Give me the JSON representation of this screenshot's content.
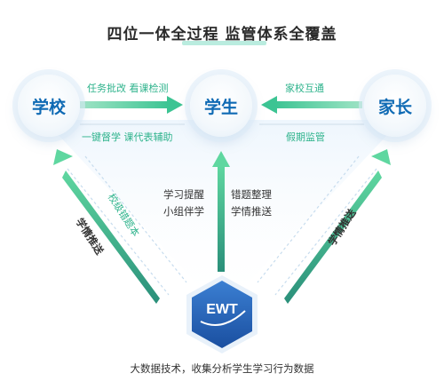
{
  "title": "四位一体全过程 监管体系全覆盖",
  "nodes": {
    "school": "学校",
    "student": "学生",
    "parent": "家长"
  },
  "logo_text": "EWT",
  "labels": {
    "school_to_student_top": "任务批改  看课检测",
    "school_to_student_bottom": "一键督学  课代表辅助",
    "parent_to_student_top": "家校互通",
    "parent_to_student_bottom": "假期监管",
    "center_left_1": "学习提醒",
    "center_left_2": "小组伴学",
    "center_right_1": "错题整理",
    "center_right_2": "学情推送",
    "left_diag_inner": "校级错题本",
    "left_diag_outer": "学情推送",
    "right_diag": "学情推送"
  },
  "footer": "大数据技术，收集分析学生学习行为数据",
  "colors": {
    "accent_green": "#2eb38c",
    "node_text_blue": "#0f6ab4",
    "logo_blue": "#1e5db0"
  }
}
